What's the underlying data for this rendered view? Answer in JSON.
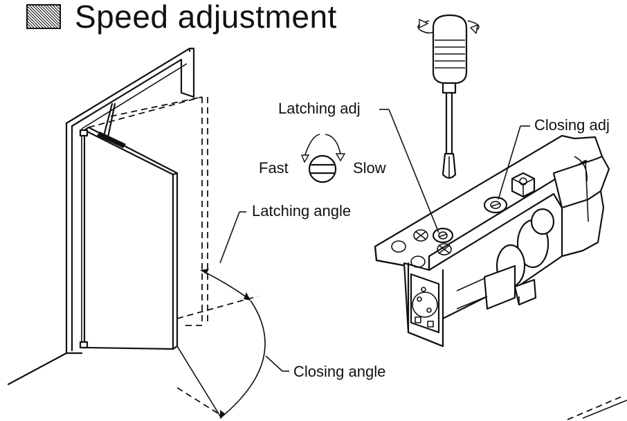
{
  "title": "Speed adjustment",
  "labels": {
    "latching_adj": "Latching adj",
    "closing_adj": "Closing adj",
    "fast": "Fast",
    "slow": "Slow",
    "latching_angle": "Latching angle",
    "closing_angle": "Closing angle"
  },
  "icons": [
    "screwdriver-icon",
    "rotation-arrow-icon",
    "slotted-screw-icon"
  ],
  "colors": {
    "ink": "#111111",
    "background": "#ffffff"
  }
}
